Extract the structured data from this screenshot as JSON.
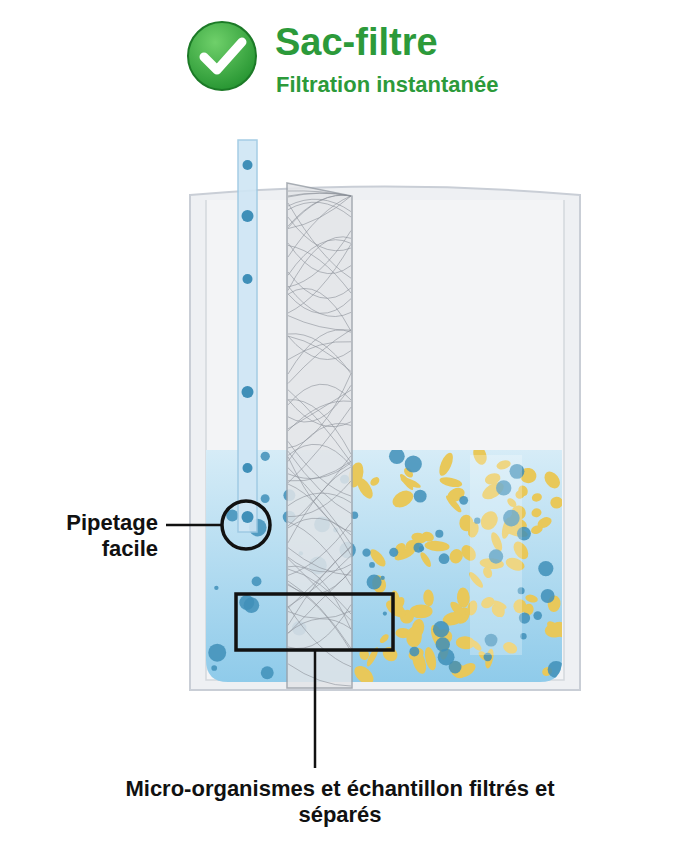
{
  "diagram": {
    "title": "Sac-filtre",
    "labels": [
      "Filtration instantanée",
      "Pipetage facile",
      "Micro-organismes et échantillon filtrés et séparés"
    ]
  }
}
